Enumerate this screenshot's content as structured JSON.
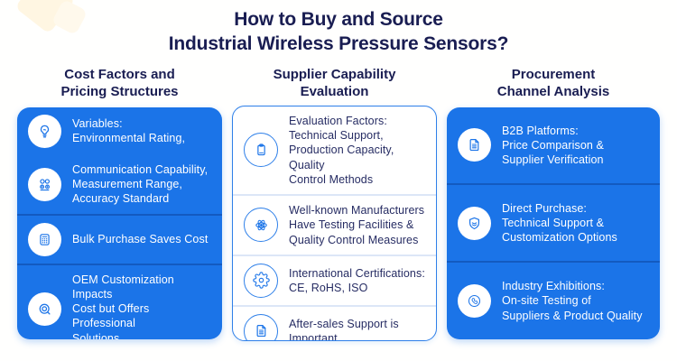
{
  "title": "How to Buy and Source\nIndustrial Wireless Pressure Sensors?",
  "colors": {
    "panel_blue": "#1B74E8",
    "panel_border_blue": "#2F80E9",
    "heading_navy": "#191D52",
    "body_navy": "#262C63",
    "white": "#FFFFFF",
    "corner_deco_cream": "#FFF6E2"
  },
  "columns": [
    {
      "id": "cost-factors",
      "header": "Cost Factors and\nPricing Structures",
      "variant": "blue",
      "cards": [
        {
          "rows": [
            {
              "icon": "lightbulb-icon",
              "text": "Variables:\nEnvironmental Rating,"
            },
            {
              "icon": "team-network-icon",
              "text": "Communication Capability,\nMeasurement Range,\nAccuracy Standard"
            }
          ]
        },
        {
          "rows": [
            {
              "icon": "calculator-icon",
              "text": "Bulk Purchase Saves Cost"
            }
          ]
        },
        {
          "rows": [
            {
              "icon": "oem-inspection-icon",
              "text": "OEM Customization Impacts\nCost but Offers Professional\nSolutions"
            }
          ]
        }
      ]
    },
    {
      "id": "supplier-capability",
      "header": "Supplier Capability\nEvaluation",
      "variant": "light",
      "cards": [
        {
          "rows": [
            {
              "icon": "clipboard-icon",
              "text": "Evaluation Factors:\nTechnical Support,\nProduction Capacity, Quality\nControl Methods"
            }
          ]
        },
        {
          "rows": [
            {
              "icon": "atom-icon",
              "text": "Well-known Manufacturers\nHave Testing Facilities &\nQuality Control Measures"
            }
          ]
        },
        {
          "rows": [
            {
              "icon": "gear-icon",
              "text": "International Certifications:\nCE, RoHS, ISO"
            }
          ]
        },
        {
          "rows": [
            {
              "icon": "document-icon",
              "text": "After-sales Support is\nImportant"
            }
          ]
        }
      ]
    },
    {
      "id": "procurement-channel",
      "header": "Procurement\nChannel Analysis",
      "variant": "blue",
      "cards": [
        {
          "rows": [
            {
              "icon": "document-icon",
              "text": "B2B Platforms:\nPrice Comparison &\nSupplier Verification"
            }
          ]
        },
        {
          "rows": [
            {
              "icon": "shield-icon",
              "text": "Direct Purchase:\nTechnical Support &\nCustomization Options"
            }
          ]
        },
        {
          "rows": [
            {
              "icon": "phone-support-icon",
              "text": "Industry Exhibitions:\nOn-site Testing of\nSuppliers & Product Quality"
            }
          ]
        }
      ]
    }
  ]
}
